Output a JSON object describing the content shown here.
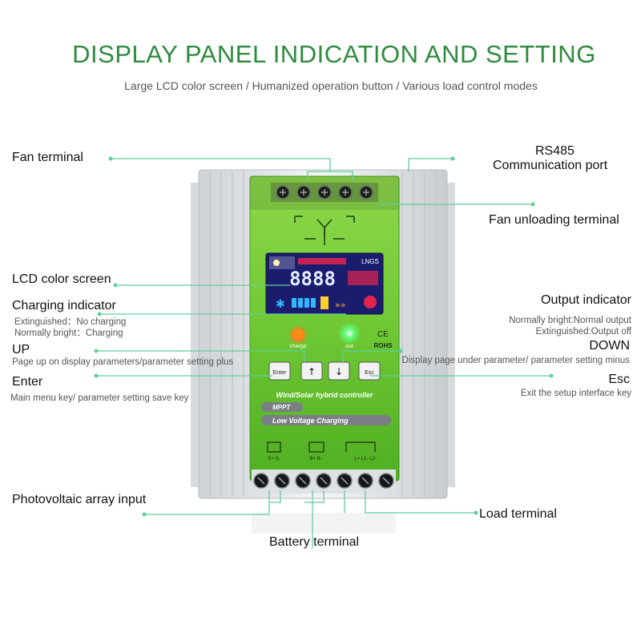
{
  "header": {
    "title": "DISPLAY PANEL INDICATION AND SETTING",
    "subtitle": "Large LCD color screen / Humanized operation button / Various load control modes"
  },
  "labels": {
    "fan_terminal": "Fan terminal",
    "rs485": "RS485",
    "communication_port": "Communication port",
    "fan_unloading_terminal": "Fan unloading terminal",
    "lcd_color_screen": "LCD color screen",
    "charging_indicator": "Charging indicator",
    "charging_extinguished": "Extinguished：No charging",
    "charging_bright": "Normally bright：Charging",
    "output_indicator": "Output indicator",
    "output_bright": "Normally bright:Normal output",
    "output_extinguished": "Extinguished:Output off",
    "up": "UP",
    "up_desc": "Page up on display parameters/parameter setting plus",
    "down": "DOWN",
    "down_desc": "Display page under parameter/ parameter setting minus",
    "enter": "Enter",
    "enter_desc": "Main menu key/ parameter setting save key",
    "esc": "Esc",
    "esc_desc": "Exit the setup interface key",
    "pv_input": "Photovoltaic array input",
    "load_terminal": "Load terminal",
    "battery_terminal": "Battery terminal"
  },
  "device": {
    "lcd_digits": "8888",
    "lcd_tag": "LNGS",
    "charge_label": "charge",
    "out_label": "out",
    "ce": "CE",
    "rohs": "ROHS",
    "enter_key": "Enter",
    "esc_key": "Esc",
    "up_arrow": "↑",
    "down_arrow": "↓",
    "product_name": "Wind/Solar hybrid controller",
    "badge_mppt": "MPPT",
    "badge_lvc": "Low Voltage Charging",
    "term_pv": "S+  S-",
    "term_bat": "B+  B-",
    "term_load": "L+  L1-  L2-"
  },
  "colors": {
    "title": "#2e8b3e",
    "leader": "#5fcf9a",
    "panel_green": "#7ed23a",
    "panel_dark": "#3e9a1c",
    "housing": "#e6e8ea",
    "lcd_bg": "#1a1d6e"
  }
}
